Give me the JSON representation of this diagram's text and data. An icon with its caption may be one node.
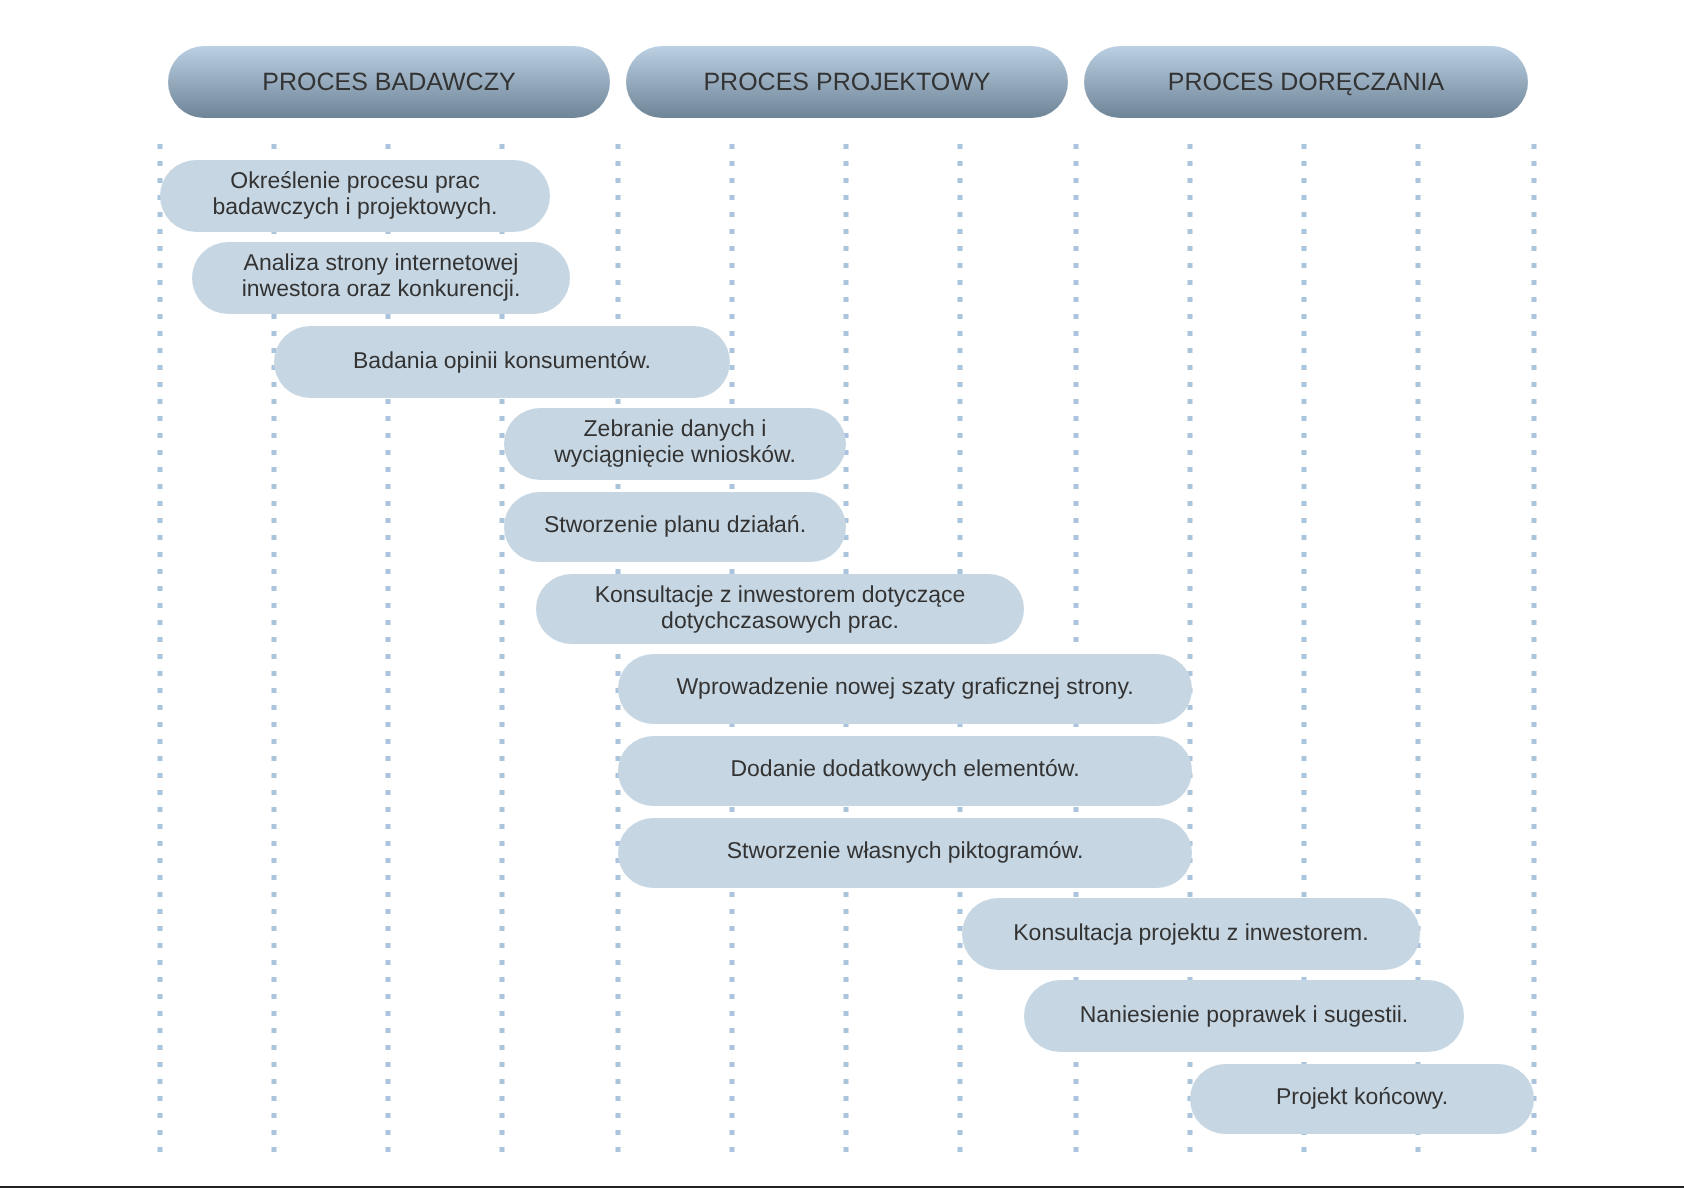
{
  "diagram": {
    "nodes": [
      {
        "text": [
          "PROCES BADAWCZY"
        ]
      },
      {
        "text": [
          "PROCES PROJEKTOWY"
        ]
      },
      {
        "text": [
          "PROCES DORĘCZANIA"
        ]
      },
      {
        "text": [
          "Określenie procesu prac badawczych i projektowych."
        ]
      },
      {
        "text": [
          "Analiza strony internetowej inwestora oraz konkurencji."
        ]
      },
      {
        "text": [
          "Badania opinii konsumentów."
        ]
      },
      {
        "text": [
          "Zebranie danych i wyciągnięcie wniosków."
        ]
      },
      {
        "text": [
          "Stworzenie planu działań."
        ]
      },
      {
        "text": [
          "Konsultacje z inwestorem dotyczące dotychczasowych prac."
        ]
      },
      {
        "text": [
          "Wprowadzenie nowej szaty graficznej strony."
        ]
      },
      {
        "text": [
          "Dodanie dodatkowych elementów."
        ]
      },
      {
        "text": [
          "Stworzenie własnych piktogramów."
        ]
      },
      {
        "text": [
          "Konsultacja projektu z inwestorem."
        ]
      },
      {
        "text": [
          "Naniesienie poprawek i sugestii."
        ]
      },
      {
        "text": [
          "Projekt końcowy."
        ]
      }
    ]
  }
}
